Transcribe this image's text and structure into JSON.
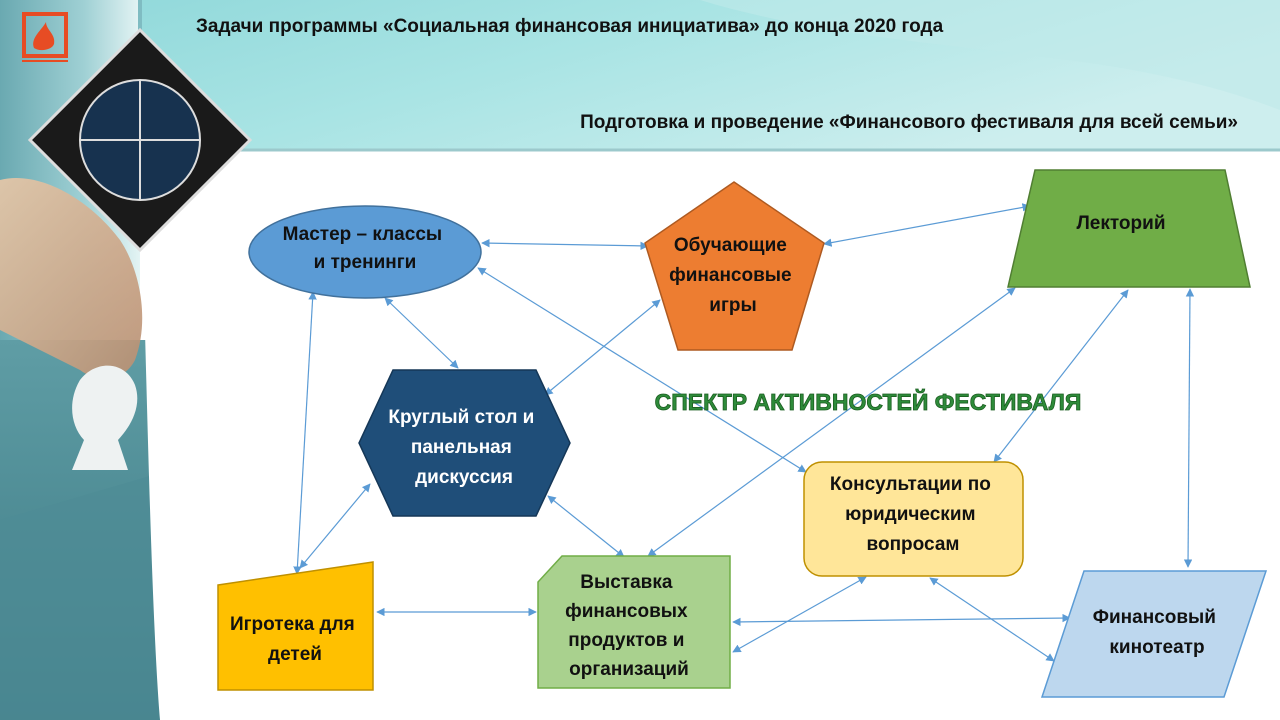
{
  "header": {
    "title": "Задачи программы «Социальная финансовая инициатива» до конца 2020 года",
    "subtitle": "Подготовка и проведение «Финансового фестиваля для всей семьи»"
  },
  "diagram": {
    "center_label": "СПЕКТР АКТИВНОСТЕЙ ФЕСТИВАЛЯ",
    "nodes": {
      "master_classes": {
        "lines": [
          "Мастер – классы",
          "и тренинги"
        ],
        "color": "#5b9bd5"
      },
      "games": {
        "lines": [
          "Обучающие",
          "финансовые",
          "игры"
        ],
        "color": "#ed7d31"
      },
      "lectorium": {
        "lines": [
          "Лекторий"
        ],
        "color": "#70ad47"
      },
      "round_table": {
        "lines": [
          "Круглый стол и",
          "панельная",
          "дискуссия"
        ],
        "color": "#1f4e79"
      },
      "consultations": {
        "lines": [
          "Консультации по",
          "юридическим",
          "вопросам"
        ],
        "color": "#ffe699"
      },
      "playroom": {
        "lines": [
          "Игротека для",
          "детей"
        ],
        "color": "#ffc000"
      },
      "exhibition": {
        "lines": [
          "Выставка",
          "финансовых",
          "продуктов и",
          "организаций"
        ],
        "color": "#a9d18e"
      },
      "cinema": {
        "lines": [
          "Финансовый",
          "кинотеатр"
        ],
        "color": "#bdd7ee"
      }
    },
    "colors": {
      "connector": "#5b9bd5",
      "center_label": "#2e8b3a"
    }
  }
}
